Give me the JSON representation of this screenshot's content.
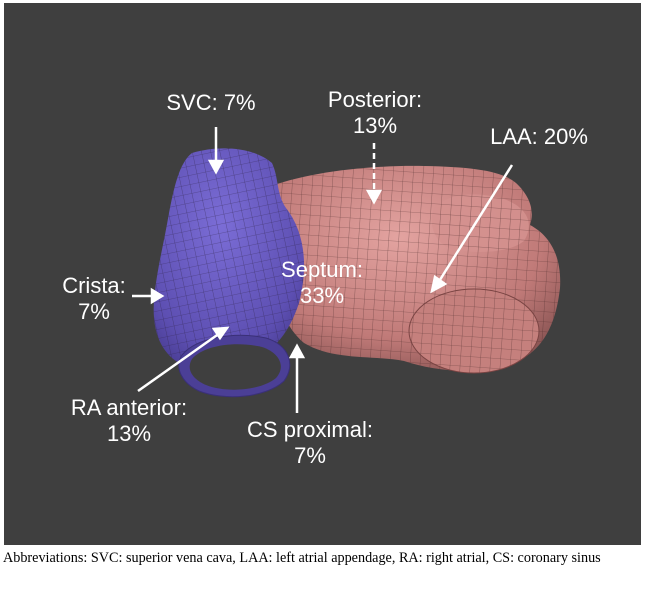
{
  "labels": {
    "svc": [
      "SVC: 7%"
    ],
    "posterior": [
      "Posterior:",
      "13%"
    ],
    "laa": [
      "LAA: 20%"
    ],
    "crista": [
      "Crista:",
      "7%"
    ],
    "septum": [
      "Septum:",
      "33%"
    ],
    "ra_anterior": [
      "RA anterior:",
      "13%"
    ],
    "cs_proximal": [
      "CS proximal:",
      "7%"
    ]
  },
  "caption": "Abbreviations: SVC: superior vena cava, LAA: left atrial appendage, RA: right atrial, CS: coronary sinus",
  "colors": {
    "background": "#3f3f3f",
    "right_atrium": "#6b5cc2",
    "left_atrium": "#c98686",
    "mesh_line": "#2a2030",
    "label": "#ffffff"
  }
}
